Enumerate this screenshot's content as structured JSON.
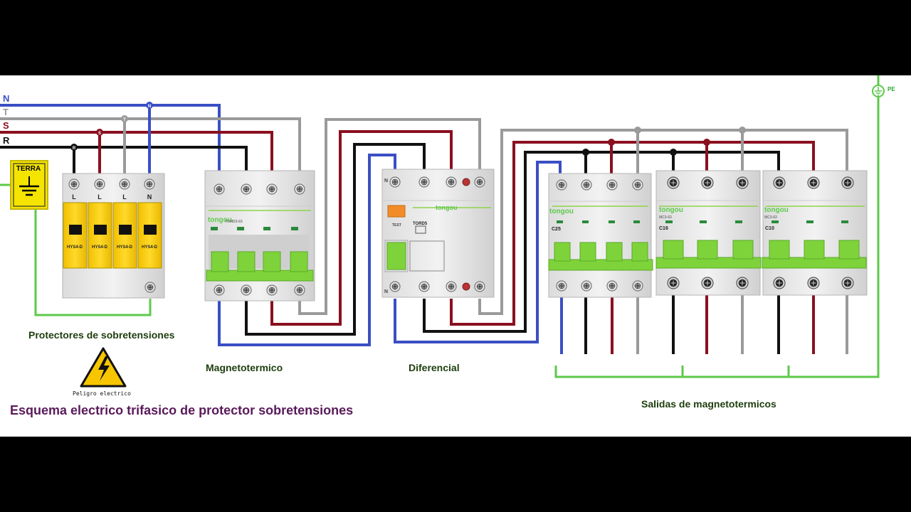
{
  "title": "Esquema electrico trifasico de protector sobretensiones",
  "phases": {
    "n": "N",
    "t": "T",
    "s": "S",
    "r": "R"
  },
  "phase_colors": {
    "n": "#3a4fc4",
    "t": "#9a9a9a",
    "s": "#8a1020",
    "r": "#111111",
    "pe": "#5ec94a"
  },
  "labels": {
    "spd": "Protectores de sobretensiones",
    "mcb": "Magnetotermico",
    "rcd": "Diferencial",
    "outputs": "Salidas de magnetotermicos",
    "warning": "Peligro electrico",
    "ground": "TERRA",
    "pe": "PE"
  },
  "devices": {
    "spd_model": "HYS4-D",
    "spd_terminals": [
      "L",
      "L",
      "L",
      "N"
    ],
    "brand": "tongou",
    "mcb_model": "TOMD3-63",
    "rcd_model": "TORD5",
    "rcd_test": "TEST",
    "rcd_terminal": "N",
    "out_ratings": [
      "C25",
      "C16",
      "C10"
    ],
    "out_model": "MC3-63"
  }
}
